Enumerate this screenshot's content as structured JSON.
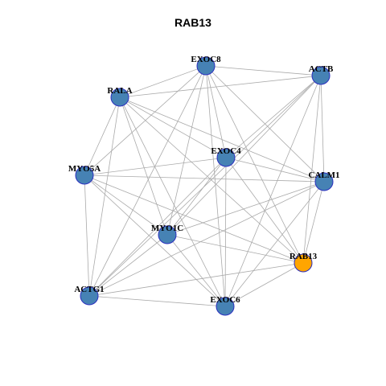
{
  "title": "RAB13",
  "colors": {
    "node": "#4682b4",
    "node_stroke": "#2b2fbf",
    "highlight": "#ffa500",
    "edge": "#aaaaaa"
  },
  "nodes": [
    {
      "id": "EXOC8",
      "label": "EXOC8",
      "highlight": false
    },
    {
      "id": "ACTB",
      "label": "ACTB",
      "highlight": false
    },
    {
      "id": "RALA",
      "label": "RALA",
      "highlight": false
    },
    {
      "id": "EXOC4",
      "label": "EXOC4",
      "highlight": false
    },
    {
      "id": "MYO5A",
      "label": "MYO5A",
      "highlight": false
    },
    {
      "id": "CALM1",
      "label": "CALM1",
      "highlight": false
    },
    {
      "id": "MYO1C",
      "label": "MYO1C",
      "highlight": false
    },
    {
      "id": "RAB13",
      "label": "RAB13",
      "highlight": true
    },
    {
      "id": "ACTG1",
      "label": "ACTG1",
      "highlight": false
    },
    {
      "id": "EXOC6",
      "label": "EXOC6",
      "highlight": false
    }
  ],
  "edges": [
    [
      "EXOC8",
      "ACTB"
    ],
    [
      "EXOC8",
      "RALA"
    ],
    [
      "EXOC8",
      "MYO5A"
    ],
    [
      "EXOC8",
      "EXOC4"
    ],
    [
      "EXOC8",
      "CALM1"
    ],
    [
      "EXOC8",
      "MYO1C"
    ],
    [
      "EXOC8",
      "RAB13"
    ],
    [
      "EXOC8",
      "ACTG1"
    ],
    [
      "EXOC8",
      "EXOC6"
    ],
    [
      "ACTB",
      "RALA"
    ],
    [
      "ACTB",
      "EXOC4"
    ],
    [
      "ACTB",
      "CALM1"
    ],
    [
      "ACTB",
      "MYO1C"
    ],
    [
      "ACTB",
      "RAB13"
    ],
    [
      "ACTB",
      "ACTG1"
    ],
    [
      "ACTB",
      "EXOC6"
    ],
    [
      "RALA",
      "EXOC4"
    ],
    [
      "RALA",
      "MYO5A"
    ],
    [
      "RALA",
      "CALM1"
    ],
    [
      "RALA",
      "MYO1C"
    ],
    [
      "RALA",
      "RAB13"
    ],
    [
      "RALA",
      "ACTG1"
    ],
    [
      "RALA",
      "EXOC6"
    ],
    [
      "EXOC4",
      "MYO5A"
    ],
    [
      "EXOC4",
      "MYO1C"
    ],
    [
      "EXOC4",
      "RAB13"
    ],
    [
      "EXOC4",
      "ACTG1"
    ],
    [
      "EXOC4",
      "EXOC6"
    ],
    [
      "EXOC4",
      "CALM1"
    ],
    [
      "MYO5A",
      "CALM1"
    ],
    [
      "MYO5A",
      "MYO1C"
    ],
    [
      "MYO5A",
      "RAB13"
    ],
    [
      "MYO5A",
      "ACTG1"
    ],
    [
      "MYO5A",
      "EXOC6"
    ],
    [
      "CALM1",
      "MYO1C"
    ],
    [
      "CALM1",
      "RAB13"
    ],
    [
      "CALM1",
      "ACTG1"
    ],
    [
      "CALM1",
      "EXOC6"
    ],
    [
      "MYO1C",
      "RAB13"
    ],
    [
      "MYO1C",
      "ACTG1"
    ],
    [
      "MYO1C",
      "EXOC6"
    ],
    [
      "RAB13",
      "ACTG1"
    ],
    [
      "RAB13",
      "EXOC6"
    ],
    [
      "ACTG1",
      "EXOC6"
    ]
  ]
}
